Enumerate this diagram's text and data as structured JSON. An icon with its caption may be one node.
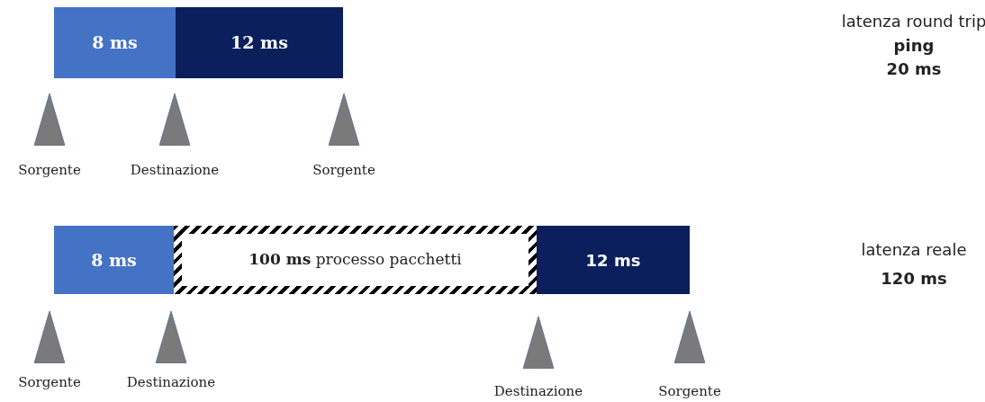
{
  "diagram": {
    "nodes": [
      {
        "text": [
          "8 ms"
        ]
      },
      {
        "text": [
          "12 ms"
        ]
      },
      {
        "text": [
          "Sorgente"
        ]
      },
      {
        "text": [
          "Destinazione"
        ]
      },
      {
        "text": [
          "Sorgente"
        ]
      },
      {
        "text": [
          "8 ms"
        ]
      },
      {
        "text": [
          "**100 ms** processo pacchetti"
        ]
      },
      {
        "text": [
          "12 ms"
        ]
      },
      {
        "text": [
          "Sorgente"
        ]
      },
      {
        "text": [
          "Destinazione"
        ]
      },
      {
        "text": [
          "Destinazione"
        ]
      },
      {
        "text": [
          "Sorgente"
        ]
      }
    ],
    "labels": [
      "latenza round trip",
      "ping",
      "20 ms",
      "latenza reale",
      "120 ms"
    ]
  }
}
